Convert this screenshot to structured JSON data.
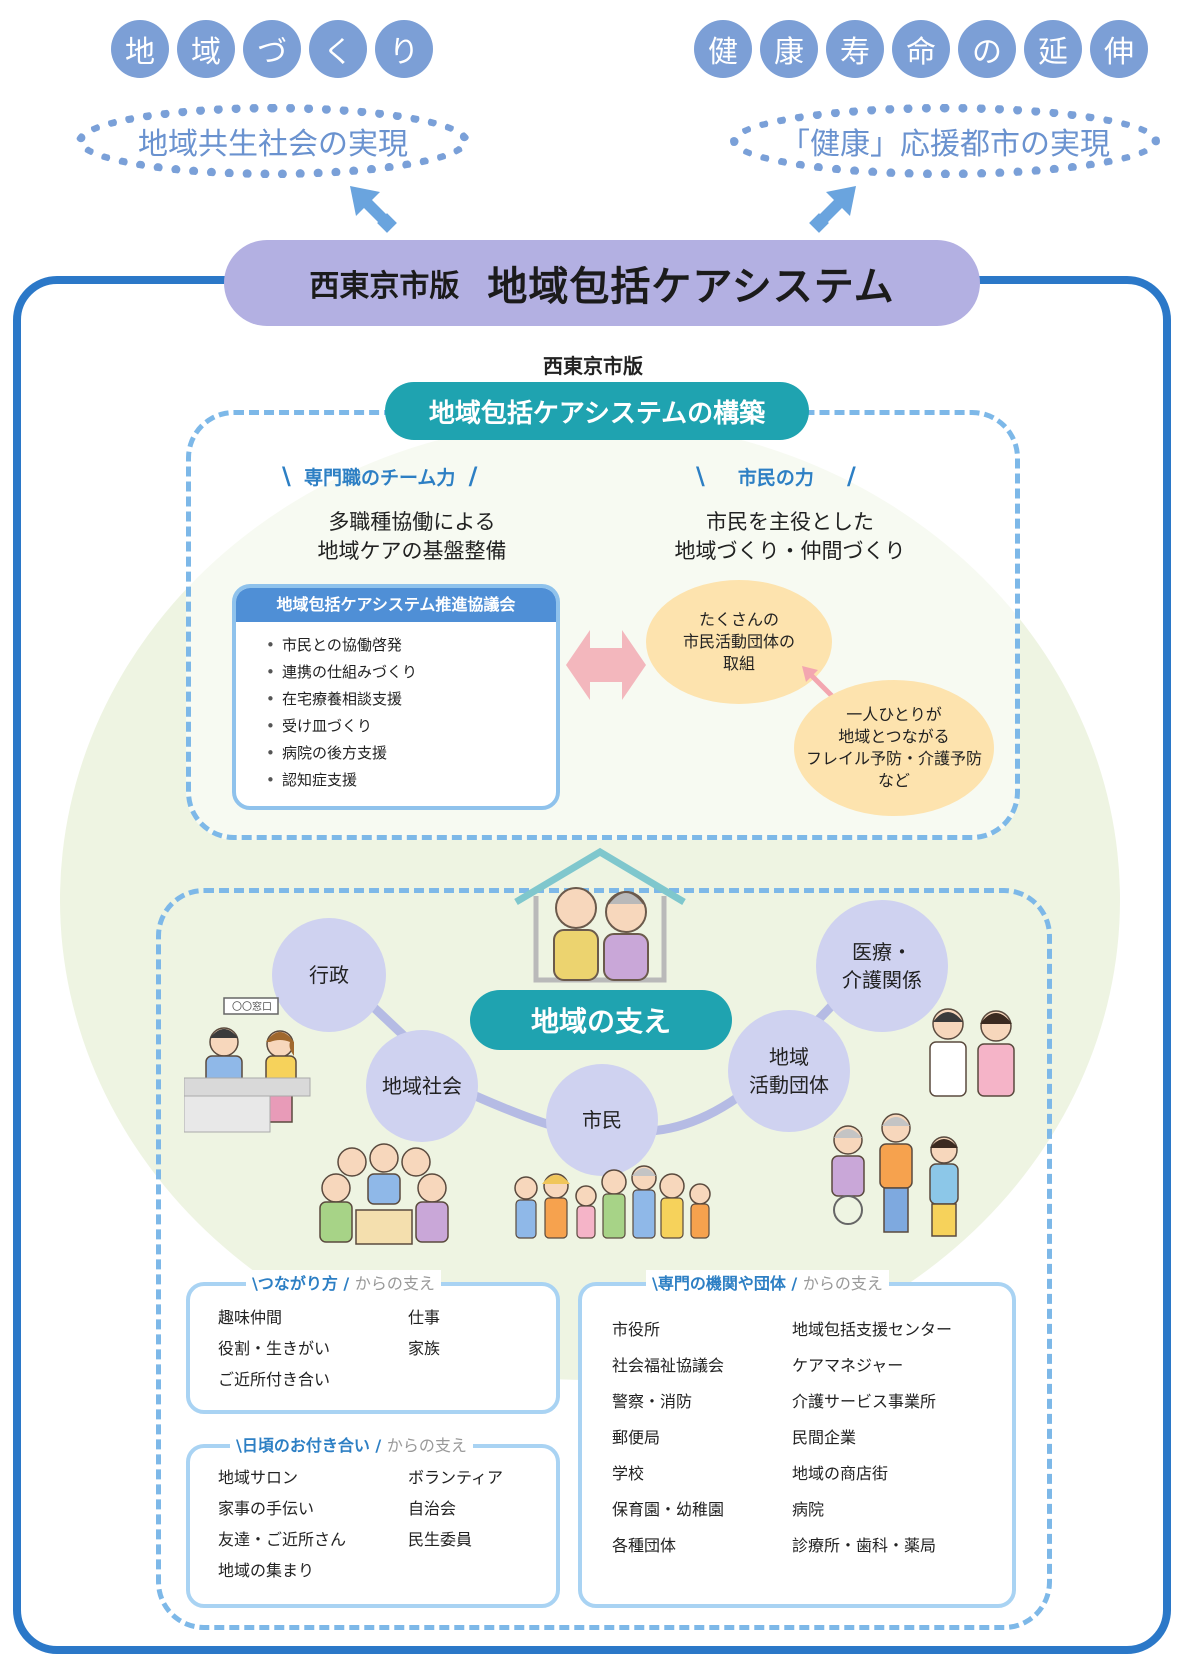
{
  "goals": {
    "left_chars": [
      "地",
      "域",
      "づ",
      "く",
      "り"
    ],
    "right_chars": [
      "健",
      "康",
      "寿",
      "命",
      "の",
      "延",
      "伸"
    ],
    "left_dotted": "地域共生社会の実現",
    "right_dotted": "「健康」応援都市の実現"
  },
  "banner": {
    "sub": "西東京市版",
    "main": "地域包括ケアシステム"
  },
  "construction": {
    "label_top": "西東京市版",
    "pill": "地域包括ケアシステムの構築",
    "left": {
      "head": "専門職のチーム力",
      "line1": "多職種協働による",
      "line2": "地域ケアの基盤整備",
      "council_title": "地域包括ケアシステム推進協議会",
      "items": [
        "市民との協働啓発",
        "連携の仕組みづくり",
        "在宅療養相談支援",
        "受け皿づくり",
        "病院の後方支援",
        "認知症支援"
      ]
    },
    "right": {
      "head": "市民の力",
      "line1": "市民を主役とした",
      "line2": "地域づくり・仲間づくり",
      "bubble1": [
        "たくさんの",
        "市民活動団体の",
        "取組"
      ],
      "bubble2": [
        "一人ひとりが",
        "地域とつながる",
        "フレイル予防・介護予防",
        "など"
      ]
    }
  },
  "support": {
    "pill": "地域の支え",
    "nodes": {
      "gyosei": "行政",
      "iryo": [
        "医療・",
        "介護関係"
      ],
      "chiiki_shakai": "地域社会",
      "shimin": "市民",
      "katsudo": [
        "地域",
        "活動団体"
      ]
    },
    "counter_sign": "〇〇窓口"
  },
  "lists": {
    "tsunagari": {
      "head_hl": "つながり方",
      "head_rest": "からの支え",
      "col1": [
        "趣味仲間",
        "役割・生きがい",
        "ご近所付き合い"
      ],
      "col2": [
        "仕事",
        "家族"
      ]
    },
    "higoro": {
      "head_hl": "日頃のお付き合い",
      "head_rest": "からの支え",
      "col1": [
        "地域サロン",
        "家事の手伝い",
        "友達・ご近所さん",
        "地域の集まり"
      ],
      "col2": [
        "ボランティア",
        "自治会",
        "民生委員"
      ]
    },
    "senmon": {
      "head_hl": "専門の機関や団体",
      "head_rest": "からの支え",
      "col1": [
        "市役所",
        "社会福祉協議会",
        "警察・消防",
        "郵便局",
        "学校",
        "保育園・幼稚園",
        "各種団体"
      ],
      "col2": [
        "地域包括支援センター",
        "ケアマネジャー",
        "介護サービス事業所",
        "民間企業",
        "地域の商店街",
        "病院",
        "診療所・歯科・薬局"
      ]
    }
  },
  "colors": {
    "frame_blue": "#2b78c8",
    "goal_blue": "#7c9fd6",
    "banner_lavender": "#b3b0e2",
    "teal": "#1fa3b0",
    "node_lavender": "#cfd2f0",
    "bubble_yellow": "#fde3ae",
    "dashed_blue": "#7db8e8"
  }
}
